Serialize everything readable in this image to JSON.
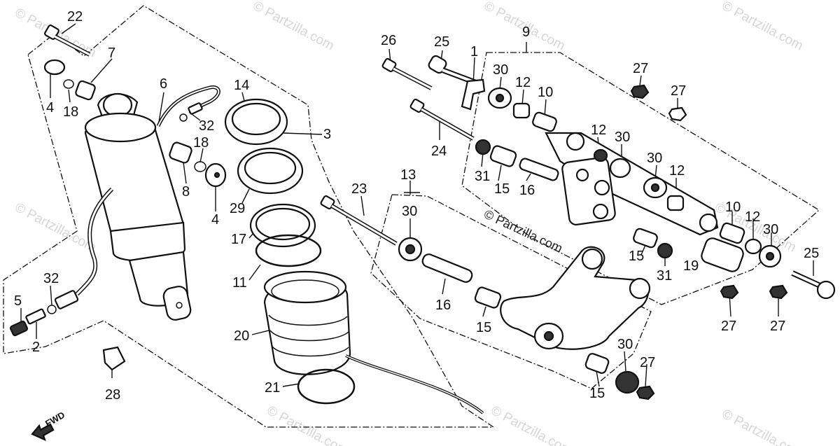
{
  "diagram": {
    "labels": [
      "22",
      "7",
      "4",
      "18",
      "6",
      "32",
      "14",
      "3",
      "8",
      "18",
      "4",
      "29",
      "17",
      "11",
      "20",
      "21",
      "5",
      "32",
      "2",
      "28",
      "26",
      "25",
      "1",
      "9",
      "30",
      "12",
      "10",
      "24",
      "31",
      "15",
      "16",
      "12",
      "30",
      "27",
      "27",
      "30",
      "12",
      "23",
      "13",
      "30",
      "16",
      "15",
      "15",
      "30",
      "27",
      "19",
      "31",
      "15",
      "10",
      "12",
      "30",
      "25",
      "27",
      "27"
    ],
    "watermarks": [
      "© Partzilla.com",
      "© Partzilla.com",
      "© Partzilla.com",
      "© Partzilla.com",
      "© Partzilla.com",
      "© Partzilla.com",
      "© Partzilla.com",
      "© Partzilla.com",
      "© Partzilla.com"
    ],
    "center_watermark": "© Partzilla.com",
    "fwd_label": "FWD"
  }
}
